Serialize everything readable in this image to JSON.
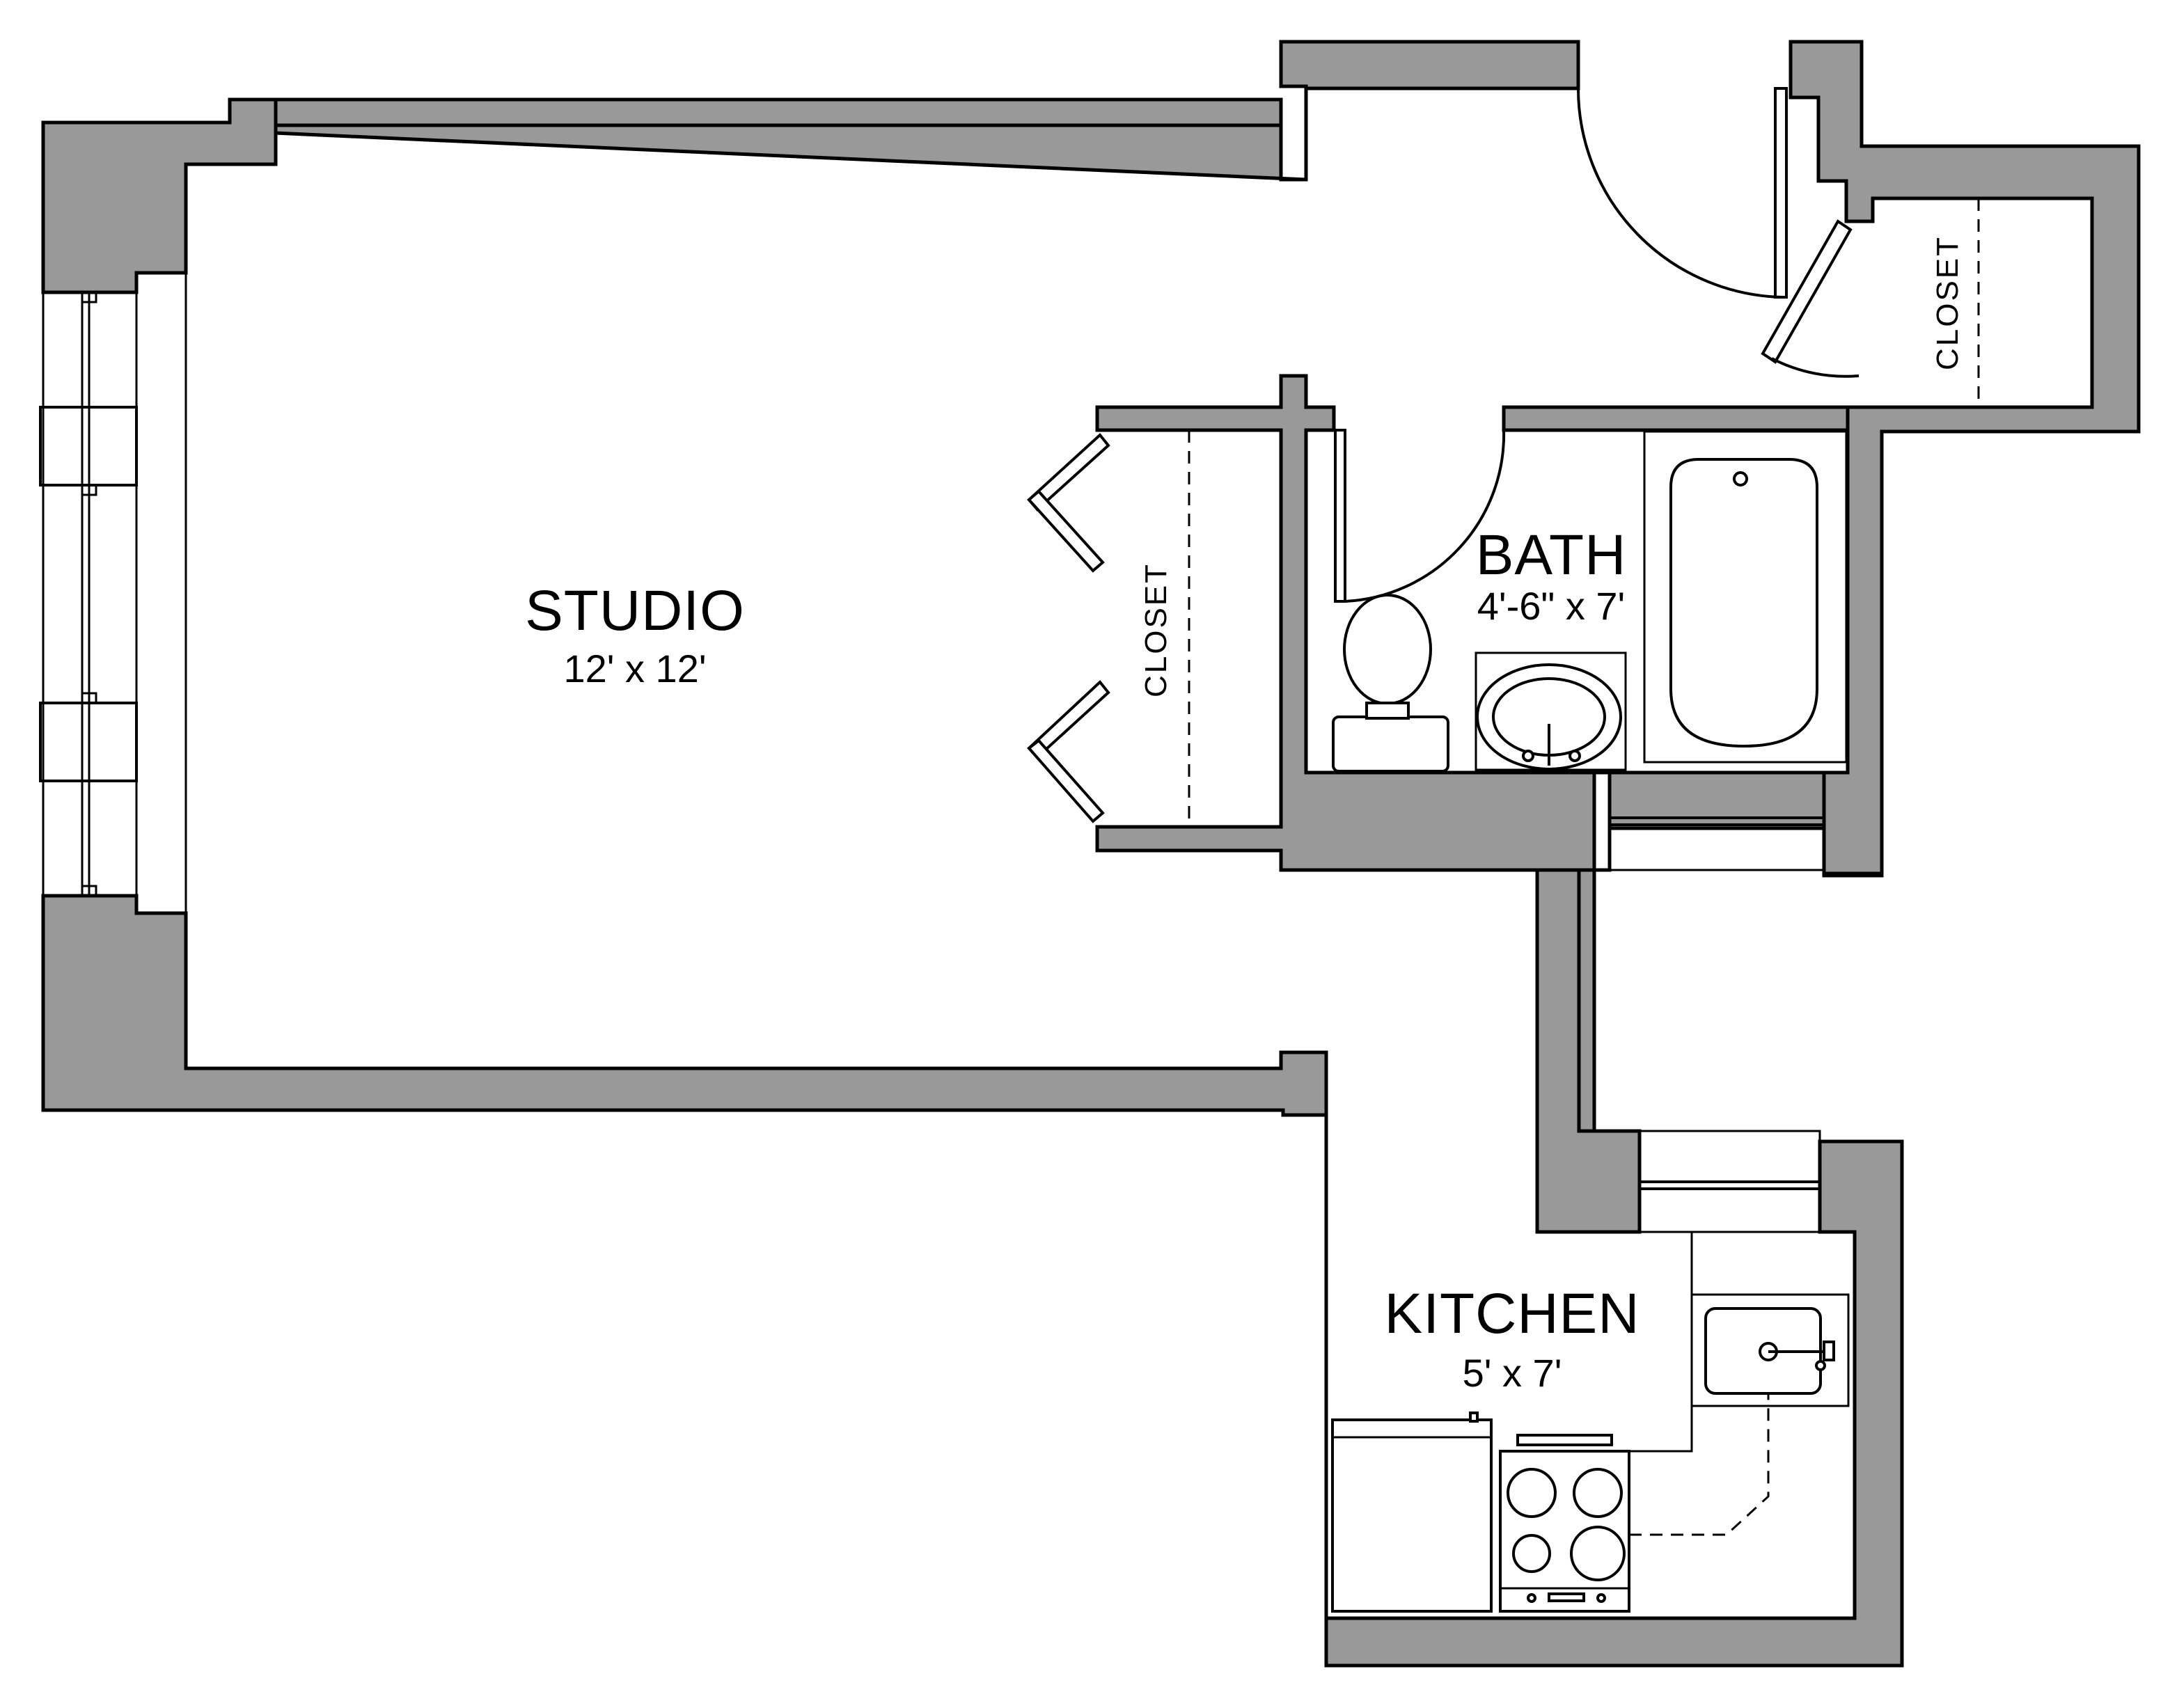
{
  "colors": {
    "wall_fill": "#999999",
    "line": "#000000",
    "floor": "#ffffff"
  },
  "rooms": {
    "studio": {
      "name": "STUDIO",
      "size": "12' x 12'"
    },
    "bath": {
      "name": "BATH",
      "size": "4'-6\" x 7'"
    },
    "kitchen": {
      "name": "KITCHEN",
      "size": "5' x 7'"
    }
  },
  "closets": {
    "main": {
      "label": "CLOSET"
    },
    "entry": {
      "label": "CLOSET"
    }
  },
  "fixtures": {
    "bath": [
      "toilet-icon",
      "sink-icon",
      "bathtub-icon"
    ],
    "kitchen": [
      "sink-icon",
      "stove-icon",
      "refrigerator-icon"
    ]
  }
}
